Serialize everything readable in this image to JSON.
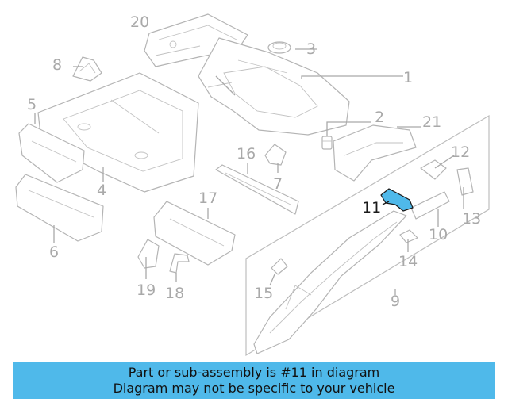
{
  "callouts": {
    "n1": "1",
    "n2": "2",
    "n3": "3",
    "n4": "4",
    "n5": "5",
    "n6": "6",
    "n7": "7",
    "n8": "8",
    "n9": "9",
    "n10": "10",
    "n11": "11",
    "n12": "12",
    "n13": "13",
    "n14": "14",
    "n15": "15",
    "n16": "16",
    "n17": "17",
    "n18": "18",
    "n19": "19",
    "n20": "20",
    "n21": "21"
  },
  "highlighted_part": "11",
  "banner": {
    "line1": "Part or sub-assembly is #11 in diagram",
    "line2": "Diagram may not be specific to your vehicle"
  },
  "colors": {
    "highlight": "#4fb9ea",
    "banner_bg": "#4fb9ea",
    "line_art": "#b4b4b4"
  }
}
